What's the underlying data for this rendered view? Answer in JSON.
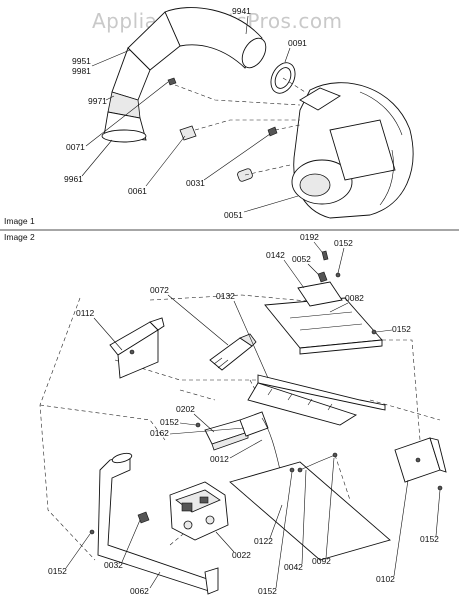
{
  "watermark": "AppliancePartsPros.com",
  "image1": {
    "title": "Image 1",
    "labels": {
      "p9941": "9941",
      "p0091": "0091",
      "p9951": "9951",
      "p9981": "9981",
      "p9971": "9971",
      "p0071": "0071",
      "p9961": "9961",
      "p0061": "0061",
      "p0031": "0031",
      "p0051": "0051"
    }
  },
  "image2": {
    "title": "Image 2",
    "labels": {
      "p0192": "0192",
      "p0152a": "0152",
      "p0142": "0142",
      "p0052": "0052",
      "p0072": "0072",
      "p0132": "0132",
      "p0082": "0082",
      "p0112": "0112",
      "p0152b": "0152",
      "p0202": "0202",
      "p0152c": "0152",
      "p0162": "0162",
      "p0012": "0012",
      "p0152d": "0152",
      "p0032": "0032",
      "p0062": "0062",
      "p0022": "0022",
      "p0122": "0122",
      "p0152e": "0152",
      "p0042": "0042",
      "p0092": "0092",
      "p0102": "0102",
      "p0152f": "0152"
    }
  }
}
